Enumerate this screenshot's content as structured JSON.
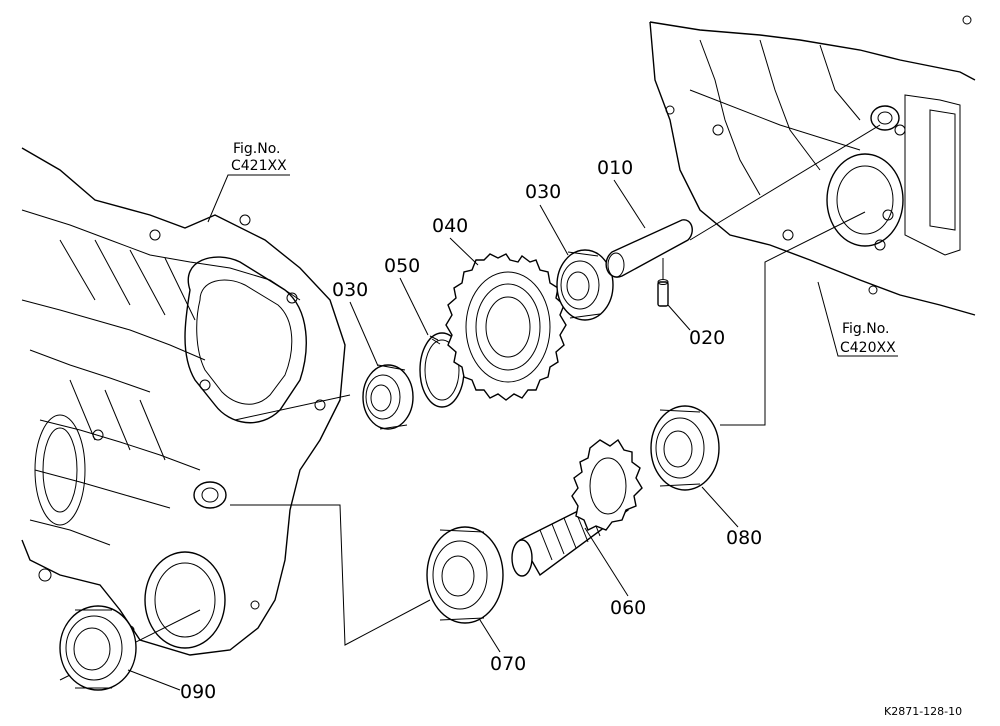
{
  "figure_refs": {
    "left": {
      "line1": "Fig.No.",
      "line2": "C421XX"
    },
    "right": {
      "line1": "Fig.No.",
      "line2": "C420XX"
    }
  },
  "parts": {
    "p010": "010",
    "p020": "020",
    "p030_a": "030",
    "p030_b": "030",
    "p040": "040",
    "p050": "050",
    "p060": "060",
    "p070": "070",
    "p080": "080",
    "p090": "090"
  },
  "drawing_number": "K2871-128-10"
}
